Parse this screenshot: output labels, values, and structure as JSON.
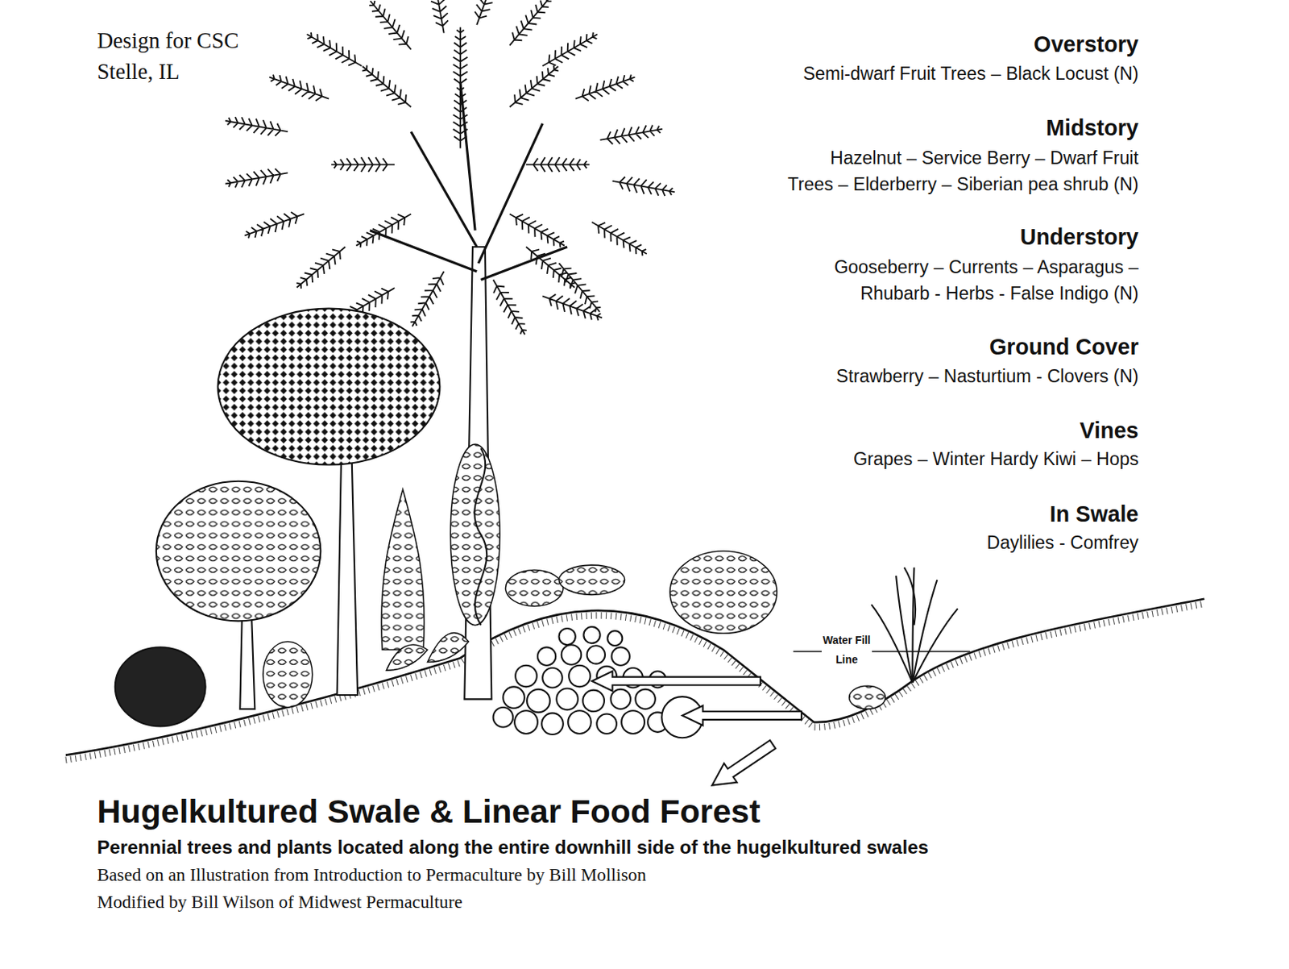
{
  "diagram": {
    "title": "Hugelkultured Swale & Linear Food Forest",
    "caption": "Perennial trees and plants located along the entire downhill side of the hugelkultured swales",
    "labels": [
      "Design for CSC Stelle, IL",
      "Overstory",
      "Semi-dwarf Fruit Trees – Black Locust (N)",
      "Midstory",
      "Hazelnut – Service Berry – Dwarf Fruit Trees – Elderberry – Siberian pea shrub (N)",
      "Understory",
      "Gooseberry – Currents – Asparagus – Rhubarb - Herbs - False Indigo (N)",
      "Ground Cover",
      "Strawberry – Nasturtium - Clovers (N)",
      "Vines",
      "Grapes – Winter Hardy Kiwi – Hops",
      "In Swale",
      "Daylilies - Comfrey",
      "Water Fill Line",
      "Based on an Illustration from Introduction to Permaculture by Bill Mollison",
      "Modified by Bill Wilson of Midwest Permaculture"
    ]
  }
}
